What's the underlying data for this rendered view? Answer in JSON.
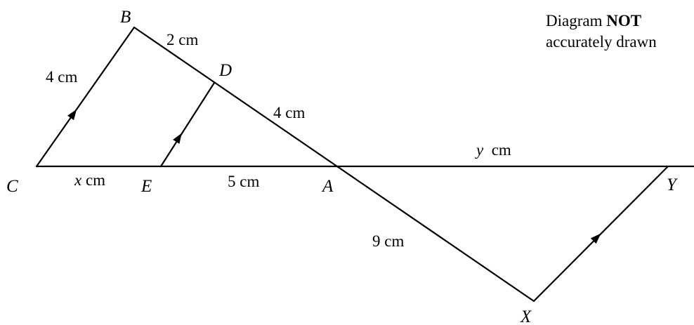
{
  "note": {
    "line1_prefix": "Diagram ",
    "line1_bold": "NOT",
    "line2": "accurately drawn"
  },
  "points": {
    "B": "B",
    "D": "D",
    "C": "C",
    "E": "E",
    "A": "A",
    "Y": "Y",
    "X": "X"
  },
  "lengths": {
    "BD": "2 cm",
    "CB": "4 cm",
    "DA": "4 cm",
    "AX": "9 cm",
    "EA": "5 cm",
    "CE_var": "x",
    "CE_unit": " cm",
    "AY_var": "y",
    "AY_unit": "  cm"
  },
  "colors": {
    "ink": "#000000",
    "background": "#ffffff"
  }
}
